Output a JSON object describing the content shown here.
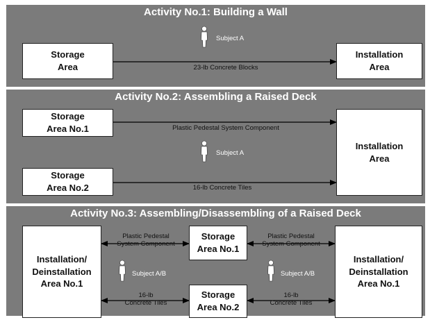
{
  "activity1": {
    "title": "Activity No.1: Building a Wall",
    "storage": "Storage\nArea",
    "installation": "Installation\nArea",
    "subject": "Subject A",
    "flow_label": "23-lb Concrete Blocks"
  },
  "activity2": {
    "title": "Activity No.2: Assembling a Raised Deck",
    "storage1": "Storage\nArea No.1",
    "storage2": "Storage\nArea No.2",
    "installation": "Installation\nArea",
    "subject": "Subject A",
    "flow1_label": "Plastic Pedestal System Component",
    "flow2_label": "16-lb Concrete Tiles"
  },
  "activity3": {
    "title": "Activity No.3: Assembling/Disassembling of a Raised Deck",
    "left_area": "Installation/\nDeinstallation\nArea No.1",
    "right_area": "Installation/\nDeinstallation\nArea No.1",
    "storage1": "Storage\nArea No.1",
    "storage2": "Storage\nArea No.2",
    "subject_left": "Subject A/B",
    "subject_right": "Subject A/B",
    "flow_top_left": "Plastic Pedestal\nSystem Component",
    "flow_top_right": "Plastic Pedestal\nSystem Component",
    "flow_bottom_left": "16-lb\nConcrete Tiles",
    "flow_bottom_right": "16-lb\nConcrete Tiles"
  },
  "icon": "person-icon",
  "colors": {
    "panel_bg": "#7b7b7b",
    "box_bg": "#ffffff",
    "line": "#000000"
  }
}
